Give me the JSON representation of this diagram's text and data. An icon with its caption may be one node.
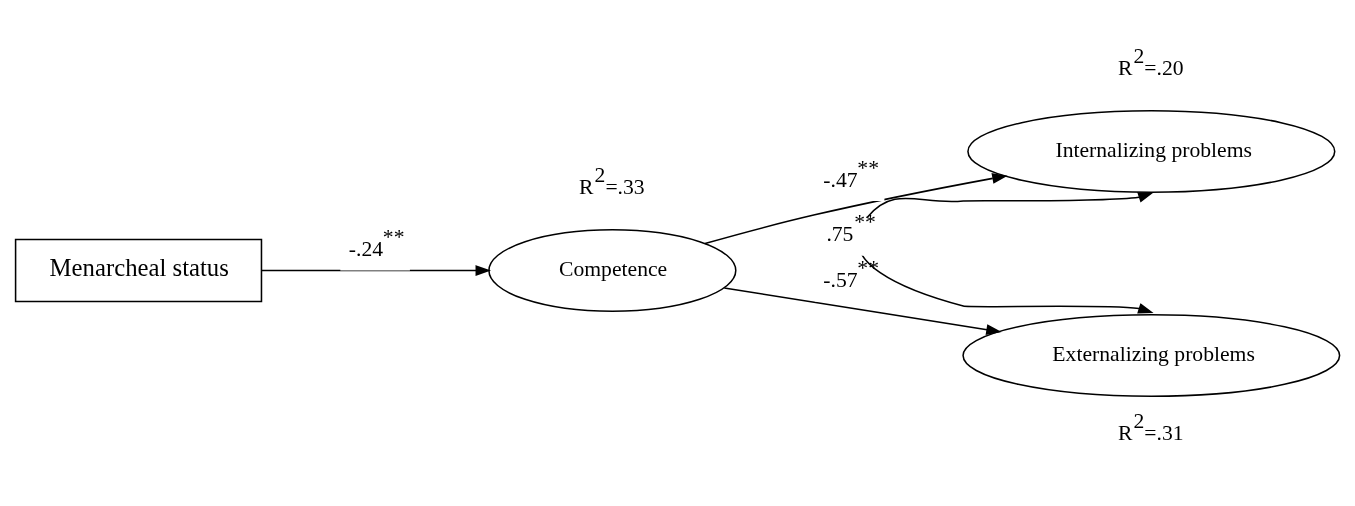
{
  "diagram": {
    "nodes": [
      {
        "text": [
          "Menarcheal status"
        ]
      },
      {
        "text": [
          "Competence"
        ],
        "beside": [
          "R$^{2}$=.33"
        ]
      },
      {
        "text": [
          "Internalizing problems"
        ],
        "beside": [
          "R$^{2}$=.20"
        ]
      },
      {
        "text": [
          "Externalizing problems"
        ],
        "beside": [
          "R$^{2}$=.31"
        ]
      }
    ],
    "edges": [
      {
        "from": 0,
        "to": 1,
        "arrow": "to",
        "label": "-.24$^{**}$"
      },
      {
        "from": 1,
        "to": 2,
        "arrow": "to",
        "label": "-.47$^{**}$"
      },
      {
        "from": 1,
        "to": 3,
        "arrow": "to",
        "label": "-.57$^{**}$"
      },
      {
        "from": 2,
        "to": 3,
        "arrow": "both",
        "label": ".75$^{**}$"
      }
    ]
  }
}
